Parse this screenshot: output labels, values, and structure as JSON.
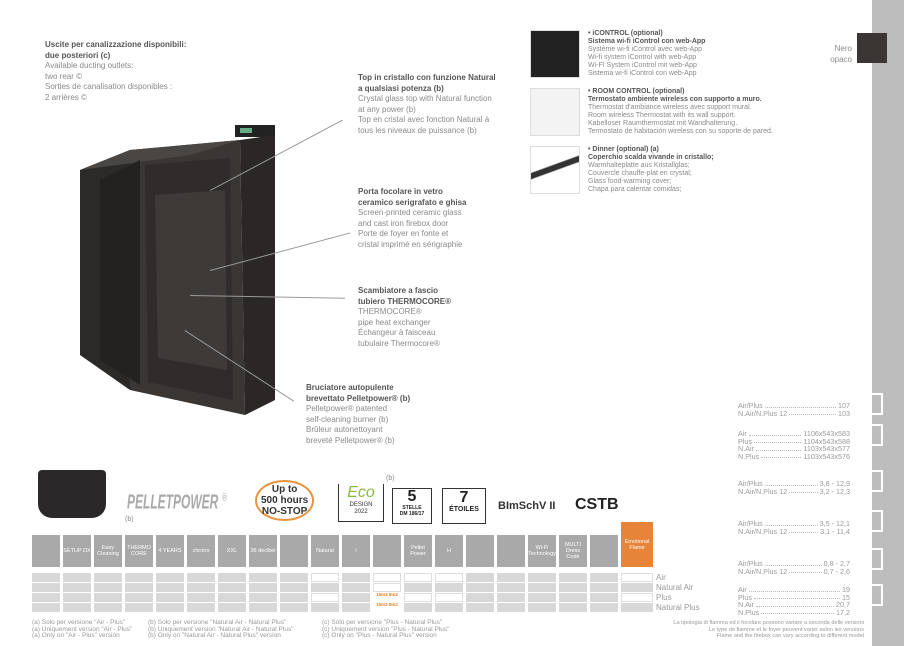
{
  "color": {
    "name1": "Nero",
    "name2": "opaco",
    "hex": "#3b3634"
  },
  "ducting": {
    "it1": "Uscite per canalizzazione disponibili:",
    "it2": "due posteriori (c)",
    "en1": "Available ducting outlets:",
    "en2": "two rear ©",
    "fr1": "Sorties de canalisation disponibles :",
    "fr2": "2 arrières ©"
  },
  "callouts": [
    {
      "b1": "Top in cristallo con funzione Natural",
      "b2": "a qualsiasi potenza (b)",
      "l": [
        "Crystal glass top with Natural function",
        "at any power (b)",
        "Top en cristal avec fonction Natural à",
        "tous les niveaux de puissance (b)"
      ]
    },
    {
      "b1": "Porta focolare in vetro",
      "b2": "ceramico serigrafato e ghisa",
      "l": [
        "Screen-printed ceramic glass",
        "and cast iron firebox door",
        "Porte de foyer en fonte et",
        "cristal imprimé en sérigraphie"
      ]
    },
    {
      "b1": "Scambiatore a fascio",
      "b2": "tubiero THERMOCORE®",
      "l": [
        "THERMOCORE®",
        "pipe heat exchanger",
        "Échangeur à faisceau",
        "tubulaire Thermocore®"
      ]
    },
    {
      "b1": "Bruciatore autopulente",
      "b2": "brevettato Pelletpower® (b)",
      "l": [
        "Pelletpower® patented",
        "self-cleaning burner (b)",
        "Brûleur autonettoyant",
        "breveté Pelletpower® (b)"
      ]
    }
  ],
  "options": [
    {
      "t": "• iCONTROL (optional)",
      "b": "Sistema wi-fi iControl con web-App",
      "l": [
        "Système wi-fi iControl avec web-App",
        "Wi-fi system iControl with web-App",
        "Wi-FI System iControl mit web-App",
        "Sistema wi-fi iControl con web-App"
      ]
    },
    {
      "t": "• ROOM CONTROL (optional)",
      "b": "Termostato ambiente wireless con supporto a muro.",
      "l": [
        "Thermostat d'ambiance wireless avec support mural.",
        "Room wireless Thermostat with its wall support.",
        "Kabelloser Raumthermostat mit Wandhalterung.",
        "Termostato de habitación wireless con su soporte de pared."
      ]
    },
    {
      "t": "• Dinner (optional) (a)",
      "b": "Coperchio scalda vivande in cristallo;",
      "l": [
        "Warmhalteplatte aus Kristallglas;",
        "Couvercle chauffe-plat en crystal;",
        "Glass food-warming cover;",
        "Chapa para calentar comidas;"
      ]
    }
  ],
  "specs": [
    {
      "icon": "house",
      "rows": [
        [
          "Air/Plus",
          "107"
        ],
        [
          "N.Air/N.Plus 12",
          "103"
        ]
      ]
    },
    {
      "icon": "mm",
      "rows": [
        [
          "Air",
          "1106x543x583"
        ],
        [
          "Plus",
          "1104x543x588"
        ],
        [
          "N.Air",
          "1103x543x577"
        ],
        [
          "N.Plus",
          "1103x543x576"
        ]
      ]
    },
    {
      "icon": "kW",
      "rows": [
        [
          "Air/Plus",
          "3,8 - 12,9"
        ],
        [
          "N.Air/N.Plus 12",
          "3,2 - 12,3"
        ]
      ]
    },
    {
      "icon": "kW NOM.",
      "rows": [
        [
          "Air/Plus",
          "3,5 - 12,1"
        ],
        [
          "N.Air/N.Plus 12",
          "3,1 - 11,4"
        ]
      ]
    },
    {
      "icon": "pellet",
      "rows": [
        [
          "Air/Plus",
          "0,8 - 2,7"
        ],
        [
          "N.Air/N.Plus 12",
          "0,7 - 2,6"
        ]
      ]
    },
    {
      "icon": "tank",
      "rows": [
        [
          "Air",
          "19"
        ],
        [
          "Plus",
          "15"
        ],
        [
          "N.Air",
          "20,7"
        ],
        [
          "N.Plus",
          "17,2"
        ]
      ]
    }
  ],
  "badges": {
    "pelletpower": "PELLETPOWER",
    "reg": "®",
    "b": "(b)",
    "up1": "Up to",
    "up2": "500 hours",
    "up3": "NO-STOP",
    "eco": "Eco",
    "eco2": "DESIGN",
    "eco3": "2022",
    "s5": "5",
    "s5l": "STELLE",
    "s5d": "DM 186/17",
    "s7": "7",
    "s7l": "ÉTOILES",
    "bimsch": "BImSchV II",
    "cstb": "CSTB"
  },
  "tiles": [
    "",
    "SETUP DX",
    "Easy Cleaning",
    "THERMO CORE",
    "4 YEARS",
    "chrono",
    "XXL",
    "36 decibel",
    "",
    "Natural",
    "i",
    "",
    "Pellet Power",
    "H",
    "",
    "",
    "Wi-Fi Technology",
    "MULTI Dress Code",
    "",
    "Emotional Flame"
  ],
  "grid": {
    "rows": [
      "Air",
      "Natural Air",
      "Plus",
      "Natural Plus"
    ],
    "states": [
      "gggggggggwgwwwgggggw",
      "gggggggggggwgggggggg",
      "gggggggggwgowwgggggw",
      "gggggggggggogggggggg"
    ],
    "orange": "15m3 8m2"
  },
  "notes": {
    "a": [
      "(a) Solo per versione \"Air - Plus\"",
      "(a) Uniquement version \"Air - Plus\"",
      "(a) Only on \"Air - Plus\" version"
    ],
    "b": [
      "(b) Solo per versione \"Natural Air - Natural Plus\"",
      "(b) Uniquement version \"Natural Air - Natural Plus\"",
      "(b) Only on \"Natural Air - Natural Plus\" version"
    ],
    "c": [
      "(c) Solo per versione \"Plus - Natural Plus\"",
      "(c) Uniquement version \"Plus - Natural Plus\"",
      "(c) Only on \"Plus - Natural Plus\" version"
    ],
    "flame": [
      "La tipologia di flamma ed il focolare possono variare a seconda delle versioni",
      "Le type de flamme et le foyer peuvent varier selon les versions",
      "Flame and the firebox can vary according to different model"
    ]
  }
}
